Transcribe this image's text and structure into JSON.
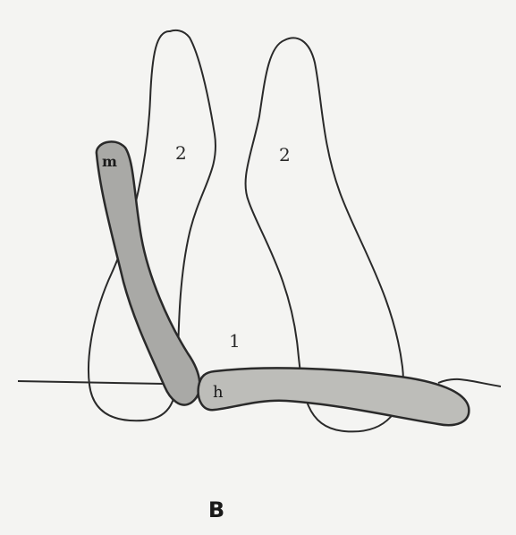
{
  "figure": {
    "panel_label": "B",
    "labels": {
      "region_1": "1",
      "left_lobe_2": "2",
      "right_lobe_2": "2",
      "marker_m": "m",
      "marker_h": "h"
    },
    "colors": {
      "outline": "#2a2a2a",
      "bar_fill": "#a9a9a6",
      "bar_fill_light": "#bdbdb9",
      "background": "#f4f4f2"
    }
  }
}
